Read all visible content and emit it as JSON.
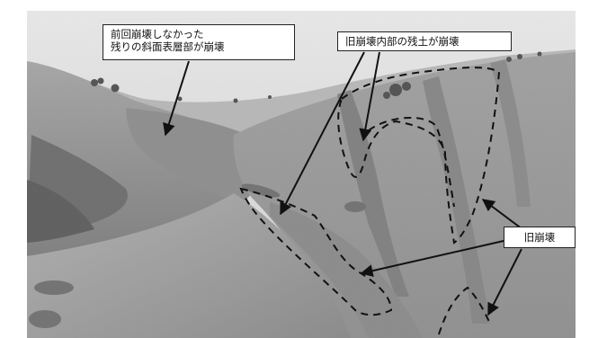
{
  "photo": {
    "subject": "grassy-slope-landslide-photo",
    "colors": {
      "sky": "#e6e6e6",
      "grass_light": "#b8b8b8",
      "grass_mid": "#8f8f8f",
      "gully_dark": "#5c5c5c",
      "annotation": "#111111"
    }
  },
  "callouts": {
    "previous_collapse": {
      "line1": "前回崩壊しなかった",
      "line2": "残りの斜面表層部が崩壊"
    },
    "inner_residual": {
      "text": "旧崩壊内部の残土が崩壊"
    },
    "old_collapse": {
      "text": "旧崩壊"
    }
  }
}
